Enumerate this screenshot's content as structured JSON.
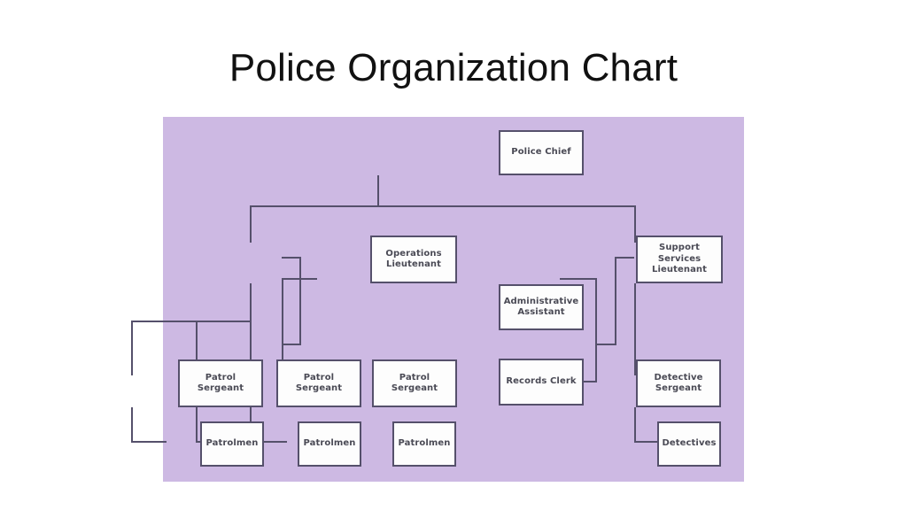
{
  "slide": {
    "title": "Police Organization Chart",
    "background_color": "#ffffff"
  },
  "panel": {
    "background_color": "#cdb9e3",
    "box_fill_color": "#fdfdfd",
    "box_border_color": "#55506b",
    "connector_color": "#55506b",
    "text_color": "#4a4a55"
  },
  "chart_data": {
    "type": "diagram",
    "diagram_type": "organization-chart",
    "title": "Police Organization Chart",
    "orientation": "top-down",
    "nodes": [
      {
        "id": "police-chief",
        "label": "Police Chief",
        "level": 0
      },
      {
        "id": "operations-lieutenant",
        "label": "Operations\nLieutenant",
        "level": 1
      },
      {
        "id": "support-services-lieutenant",
        "label": "Support Services\nLieutenant",
        "level": 1
      },
      {
        "id": "administrative-assistant",
        "label": "Administrative\nAssistant",
        "level": 2
      },
      {
        "id": "records-clerk",
        "label": "Records Clerk",
        "level": 2
      },
      {
        "id": "patrol-sergeant-1",
        "label": "Patrol\nSergeant",
        "level": 2
      },
      {
        "id": "patrol-sergeant-2",
        "label": "Patrol\nSergeant",
        "level": 2
      },
      {
        "id": "patrol-sergeant-3",
        "label": "Patrol\nSergeant",
        "level": 2
      },
      {
        "id": "detective-sergeant",
        "label": "Detective\nSergeant",
        "level": 2
      },
      {
        "id": "patrolmen-1",
        "label": "Patrolmen",
        "level": 3
      },
      {
        "id": "patrolmen-2",
        "label": "Patrolmen",
        "level": 3
      },
      {
        "id": "patrolmen-3",
        "label": "Patrolmen",
        "level": 3
      },
      {
        "id": "detectives",
        "label": "Detectives",
        "level": 3
      }
    ],
    "edges": [
      {
        "from": "police-chief",
        "to": "operations-lieutenant"
      },
      {
        "from": "police-chief",
        "to": "support-services-lieutenant"
      },
      {
        "from": "operations-lieutenant",
        "to": "patrol-sergeant-1"
      },
      {
        "from": "operations-lieutenant",
        "to": "patrol-sergeant-2"
      },
      {
        "from": "operations-lieutenant",
        "to": "patrol-sergeant-3"
      },
      {
        "from": "operations-lieutenant",
        "to": "administrative-assistant"
      },
      {
        "from": "operations-lieutenant",
        "to": "records-clerk"
      },
      {
        "from": "support-services-lieutenant",
        "to": "administrative-assistant"
      },
      {
        "from": "support-services-lieutenant",
        "to": "records-clerk"
      },
      {
        "from": "support-services-lieutenant",
        "to": "detective-sergeant"
      },
      {
        "from": "patrol-sergeant-1",
        "to": "patrolmen-1"
      },
      {
        "from": "patrol-sergeant-2",
        "to": "patrolmen-2"
      },
      {
        "from": "patrol-sergeant-3",
        "to": "patrolmen-3"
      },
      {
        "from": "detective-sergeant",
        "to": "detectives"
      }
    ]
  },
  "nodes": {
    "police_chief": "Police Chief",
    "operations_lieutenant": "Operations\nLieutenant",
    "support_services_lieutenant": "Support Services\nLieutenant",
    "administrative_assistant": "Administrative\nAssistant",
    "records_clerk": "Records Clerk",
    "patrol_sergeant_1": "Patrol\nSergeant",
    "patrol_sergeant_2": "Patrol\nSergeant",
    "patrol_sergeant_3": "Patrol\nSergeant",
    "detective_sergeant": "Detective\nSergeant",
    "patrolmen_1": "Patrolmen",
    "patrolmen_2": "Patrolmen",
    "patrolmen_3": "Patrolmen",
    "detectives": "Detectives"
  }
}
